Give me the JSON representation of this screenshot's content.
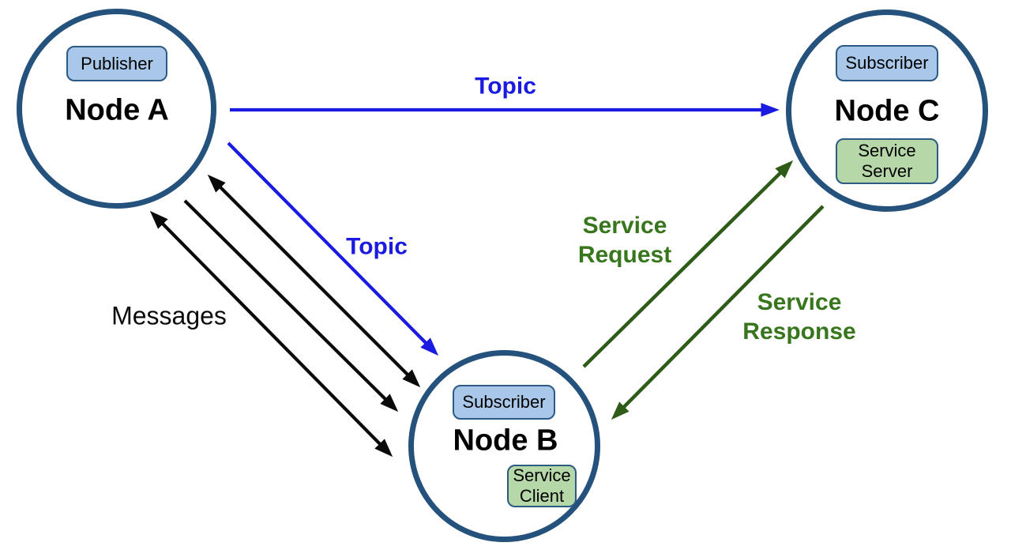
{
  "diagram_title": "",
  "colors": {
    "background": "#ffffff",
    "circle_border": "#24527c",
    "badge_border": "#2b5a84",
    "badge_blue_fill": "#a9c7e8",
    "badge_green_fill": "#b6d7a8",
    "topic_blue": "#1a1ae0",
    "messages_black": "#0a0a0a",
    "service_green_text": "#38761d",
    "service_green_arrow": "#2e5c18",
    "node_text": "#000000"
  },
  "nodes": {
    "a": {
      "name": "Node A",
      "badges": [
        "Publisher"
      ]
    },
    "b": {
      "name": "Node B",
      "badges": [
        "Subscriber",
        "Service\nClient"
      ]
    },
    "c": {
      "name": "Node C",
      "badges": [
        "Subscriber",
        "Service\nServer"
      ]
    }
  },
  "edge_labels": {
    "topic_top": "Topic",
    "topic_diagonal": "Topic",
    "messages": "Messages",
    "service_request": "Service\nRequest",
    "service_response": "Service\nResponse"
  },
  "edges": [
    {
      "from": "Node A",
      "to": "Node C",
      "label": "Topic",
      "type": "topic",
      "direction": "one-way"
    },
    {
      "from": "Node A",
      "to": "Node B",
      "label": "Topic",
      "type": "topic",
      "direction": "one-way"
    },
    {
      "from": "Node A",
      "to": "Node B",
      "label": "Messages",
      "type": "messages",
      "direction": "bidirectional",
      "arrow_count": 3
    },
    {
      "from": "Node B",
      "to": "Node C",
      "label": "Service Request",
      "type": "service",
      "direction": "one-way"
    },
    {
      "from": "Node C",
      "to": "Node B",
      "label": "Service Response",
      "type": "service",
      "direction": "one-way"
    }
  ]
}
